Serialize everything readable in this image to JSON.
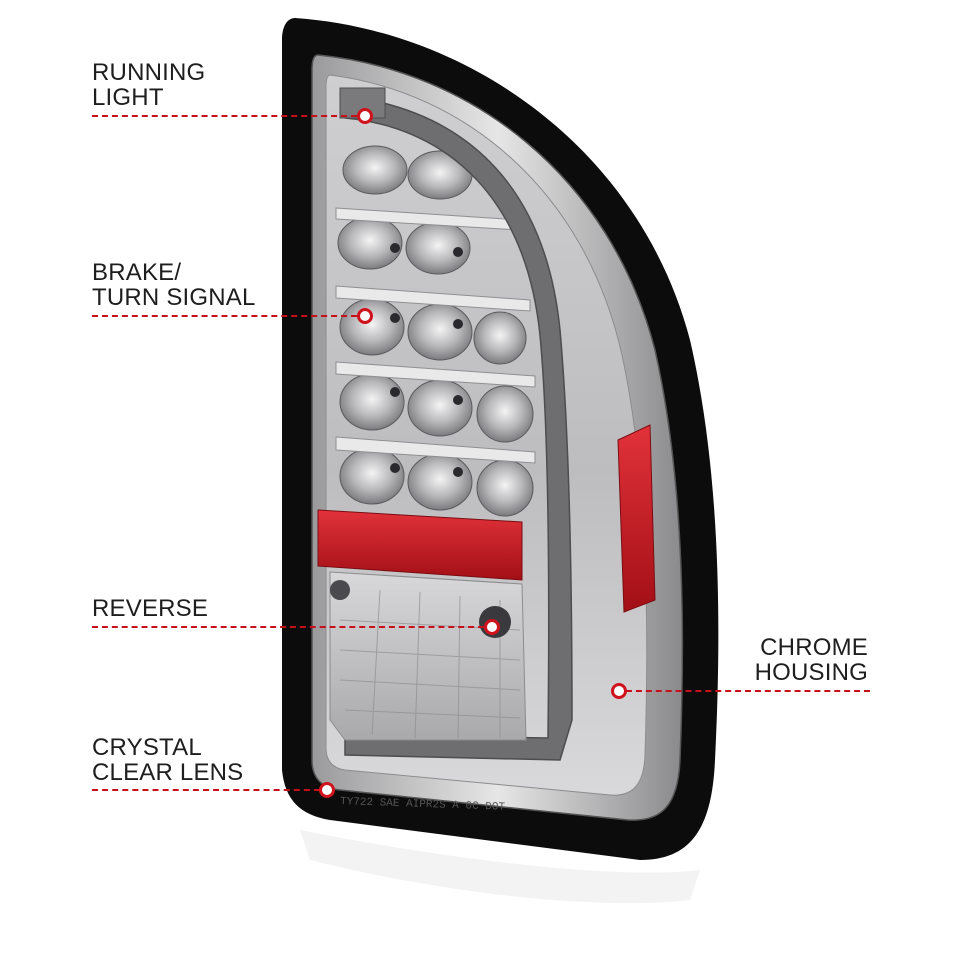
{
  "callouts": {
    "running_light": {
      "line1": "RUNNING",
      "line2": "LIGHT"
    },
    "brake_turn": {
      "line1": "BRAKE/",
      "line2": "TURN SIGNAL"
    },
    "reverse": {
      "line1": "REVERSE"
    },
    "crystal_lens": {
      "line1": "CRYSTAL",
      "line2": "CLEAR LENS"
    },
    "chrome_housing": {
      "line1": "CHROME",
      "line2": "HOUSING"
    }
  },
  "lens_marking": "TY722 SAE AIPR2S A 0C DOT",
  "colors": {
    "callout_red": "#c8101a",
    "housing_black": "#0c0c0c",
    "reflector_red": "#c4161c",
    "light_bar_gray": "#6e6e70"
  }
}
